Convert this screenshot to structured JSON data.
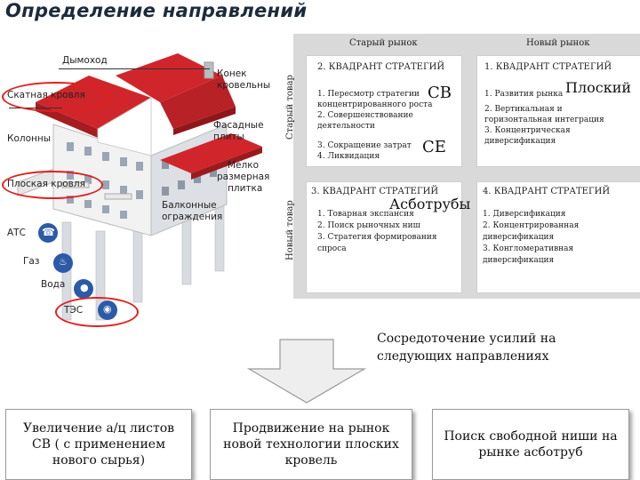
{
  "title": "Определение направлений",
  "house_labels": {
    "chimney": "Дымоход",
    "ridge_line1": "Конек",
    "ridge_line2": "кровельны",
    "pitched_roof": "Скатная кровля",
    "facade_line1": "Фасадные",
    "facade_line2": "плиты",
    "columns": "Колонны",
    "tiles_line1": "Мелко",
    "tiles_line2": "размерная",
    "tiles_line3": "плитка",
    "flat_roof": "Плоская кровля",
    "balcony_line1": "Балконные",
    "balcony_line2": "ограждения",
    "ats": "АТС",
    "gas": "Газ",
    "water": "Вода",
    "tes": "ТЭС"
  },
  "matrix": {
    "col_old_market": "Старый рынок",
    "col_new_market": "Новый рынок",
    "row_old_product": "Старый товар",
    "row_new_product": "Новый товар",
    "q2": {
      "title": "2. КВАДРАНТ СТРАТЕГИЙ",
      "items": [
        "1. Пересмотр стратегии",
        "концентрированного роста",
        "2. Совершенствование",
        "деятельности",
        "3. Сокращение затрат",
        "4. Ликвидация"
      ],
      "tag1": "СВ",
      "tag2": "СЕ"
    },
    "q1": {
      "title": "1. КВАДРАНТ СТРАТЕГИЙ",
      "items": [
        "1. Развития рынка",
        "2. Вертикальная и",
        "горизонтальная интеграция",
        "3. Концентрическая",
        "диверсификация"
      ],
      "tag": "Плоский"
    },
    "q3": {
      "title": "3. КВАДРАНТ СТРАТЕГИЙ",
      "items": [
        "1. Товарная экспансия",
        "2. Поиск рыночных ниш",
        "3. Стратегия формирования",
        "спроса"
      ],
      "tag": "Асботрубы"
    },
    "q4": {
      "title": "4. КВАДРАНТ СТРАТЕГИЙ",
      "items": [
        "1. Диверсификация",
        "2. Концентрированная",
        "диверсификация",
        "3. Конгломеративная",
        "диверсификация"
      ]
    }
  },
  "focus_text_line1": "Сосредоточение усилий на",
  "focus_text_line2": "следующих направлениях",
  "boxes": {
    "left": [
      "Увеличение а/ц листов",
      "СВ ( с применением",
      "нового сырья)"
    ],
    "center": [
      "Продвижение на рынок",
      "новой технологии плоских",
      "кровель"
    ],
    "right": [
      "Поиск свободной ниши на",
      "рынке асботруб"
    ]
  },
  "colors": {
    "roof_red": "#d0262b",
    "wall_light": "#eeeeee",
    "icon_blue": "#2b5aa8",
    "highlight_ring": "#e02020"
  }
}
